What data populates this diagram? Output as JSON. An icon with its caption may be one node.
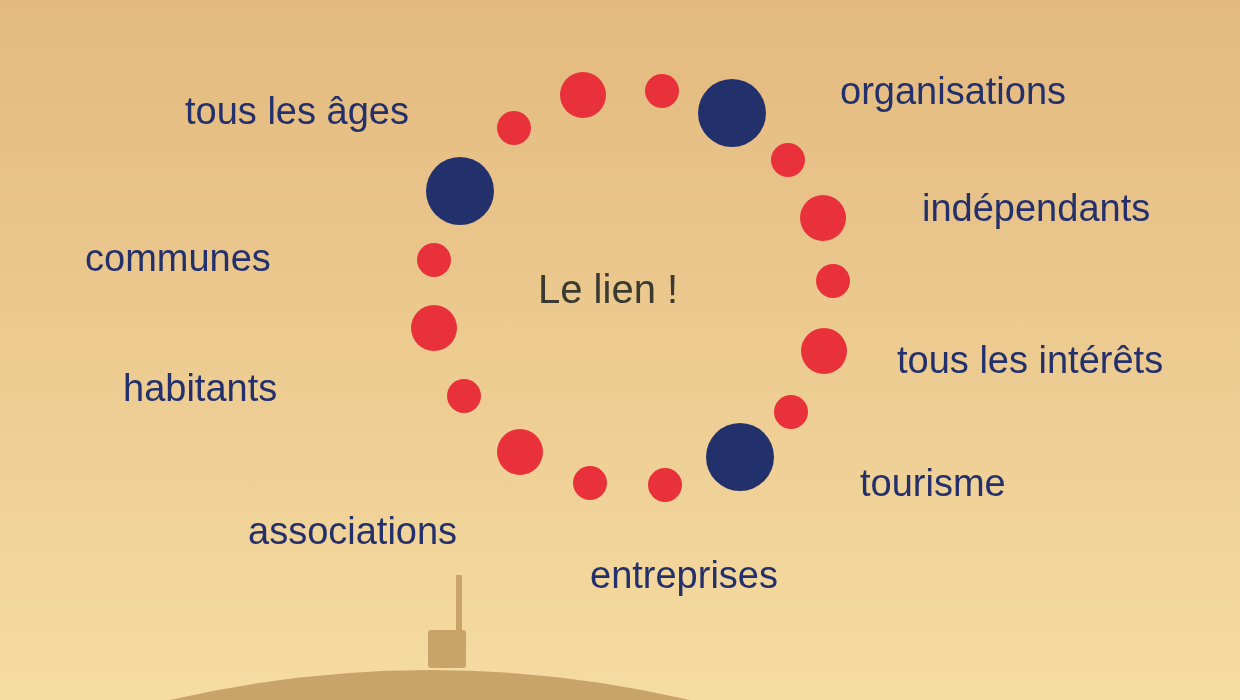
{
  "diagram": {
    "labels": [
      "organisations",
      "tous les âges",
      "indépendants",
      "communes",
      "Le lien !",
      "tous les intérêts",
      "habitants",
      "tourisme",
      "associations",
      "entreprises"
    ]
  }
}
